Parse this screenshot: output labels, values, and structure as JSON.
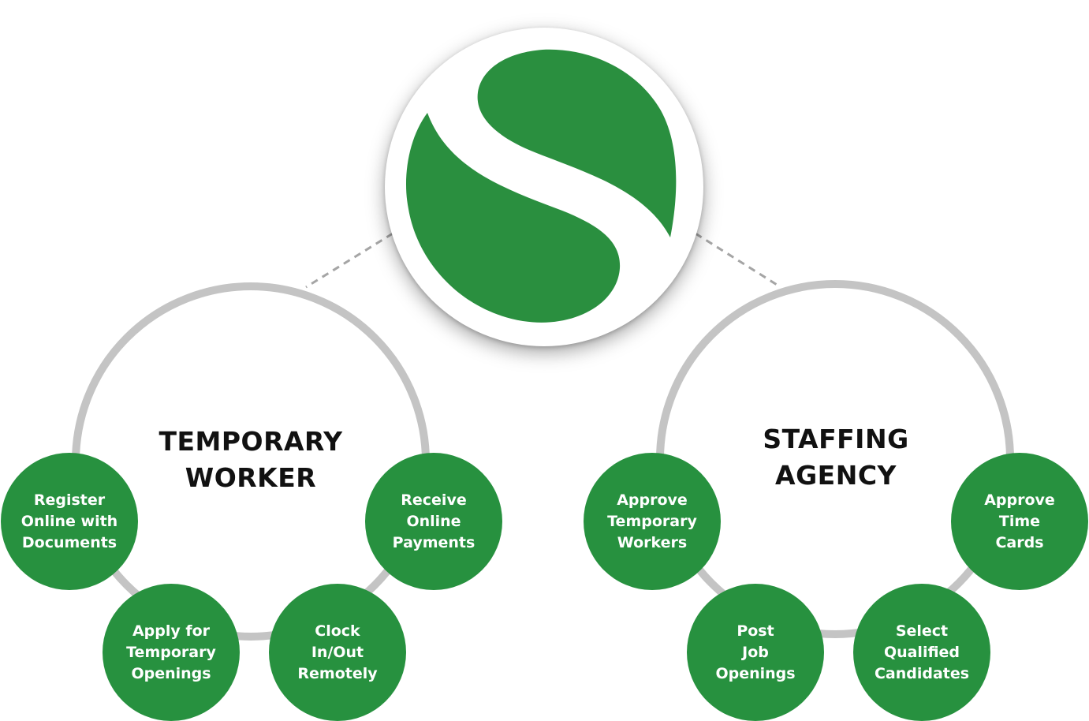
{
  "colors": {
    "node_fill": "#27913f",
    "ring_stroke": "#c4c4c4",
    "connector_dash": "#a5a5a5",
    "logo_green": "#2a8f3f",
    "title_text": "#111111"
  },
  "logo": {
    "icon": "s-leaf-logo-icon"
  },
  "temporary_worker": {
    "title_line1": "TEMPORARY",
    "title_line2": "WORKER",
    "items": [
      {
        "lines": [
          "Register",
          "Online with",
          "Documents"
        ]
      },
      {
        "lines": [
          "Apply for",
          "Temporary",
          "Openings"
        ]
      },
      {
        "lines": [
          "Clock",
          "In/Out",
          "Remotely"
        ]
      },
      {
        "lines": [
          "Receive",
          "Online",
          "Payments"
        ]
      }
    ]
  },
  "staffing_agency": {
    "title_line1": "STAFFING",
    "title_line2": "AGENCY",
    "items": [
      {
        "lines": [
          "Approve",
          "Temporary",
          "Workers"
        ]
      },
      {
        "lines": [
          "Post",
          "Job",
          "Openings"
        ]
      },
      {
        "lines": [
          "Select",
          "Qualified",
          "Candidates"
        ]
      },
      {
        "lines": [
          "Approve",
          "Time",
          "Cards"
        ]
      }
    ]
  }
}
